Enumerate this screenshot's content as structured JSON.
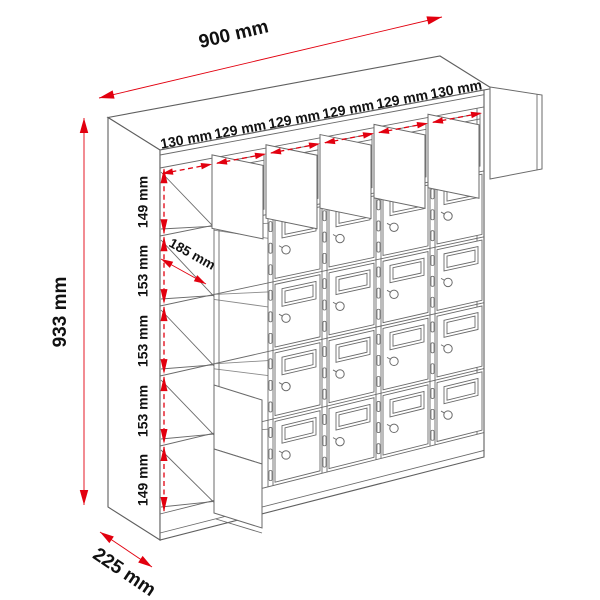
{
  "diagram": {
    "subject": "locker-cabinet-dimension-drawing",
    "unit": "mm",
    "overall": {
      "width_label": "900 mm",
      "height_label": "933 mm",
      "depth_label": "225 mm"
    },
    "shelf_depth_label": "185 mm",
    "column_width_labels": [
      "130 mm",
      "129 mm",
      "129 mm",
      "129 mm",
      "129 mm",
      "130 mm"
    ],
    "row_height_labels": [
      "149 mm",
      "153 mm",
      "153 mm",
      "153 mm",
      "149 mm"
    ],
    "grid": {
      "columns": 6,
      "rows": 5
    },
    "colors": {
      "dimension_red": "#e2000f",
      "drawing_line": "#6a6a6a",
      "label_text": "#111111",
      "background": "#ffffff"
    }
  }
}
